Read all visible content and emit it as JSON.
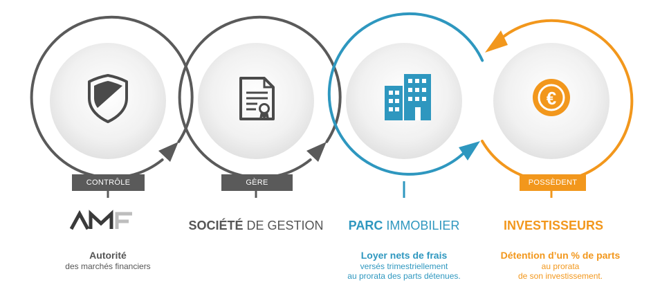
{
  "colors": {
    "dark": "#5a5a5a",
    "blue": "#2e97bf",
    "orange": "#f2971c",
    "circle_fill": "#ececec"
  },
  "steps": [
    {
      "icon": "shield-icon",
      "tag": "CONTRÔLE",
      "logo_text": "AMF",
      "description": {
        "strong": "Autorité",
        "lines": [
          "des marchés financiers"
        ]
      }
    },
    {
      "icon": "certificate-document-icon",
      "tag": "GÈRE",
      "title": {
        "bold": "SOCIÉTÉ",
        "rest": " DE GESTION"
      }
    },
    {
      "icon": "building-icon",
      "title": {
        "bold": "PARC",
        "rest": " IMMOBILIER"
      },
      "description": {
        "strong": "Loyer nets de frais",
        "lines": [
          "versés trimestriellement",
          "au prorata des parts détenues."
        ]
      }
    },
    {
      "icon": "euro-coin-icon",
      "tag": "POSSÈDENT",
      "title": {
        "bold": "INVESTISSEURS",
        "rest": ""
      },
      "description": {
        "strong": "Détention d’un % de parts",
        "lines": [
          "au prorata",
          "de son investissement."
        ]
      }
    }
  ]
}
